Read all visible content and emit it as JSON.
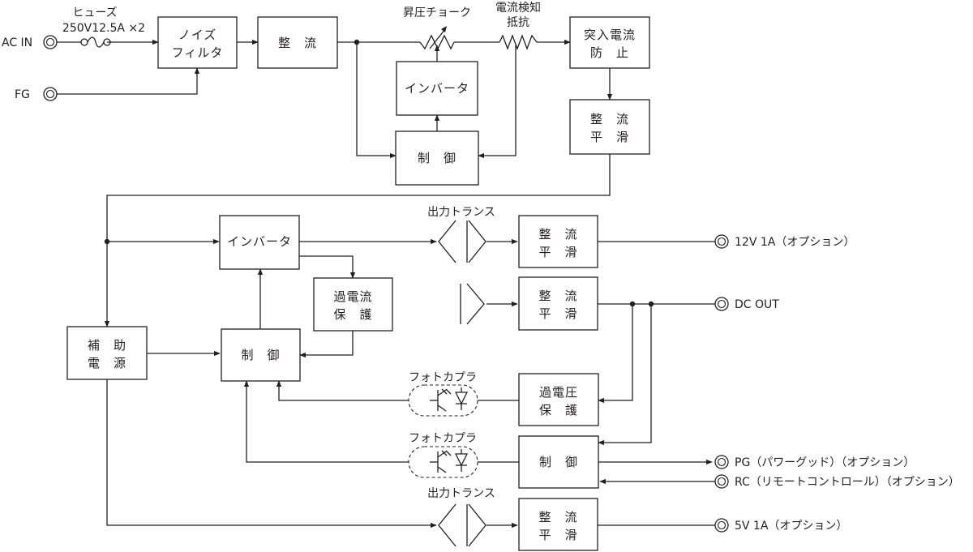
{
  "inputs": {
    "ac_in": "AC IN",
    "fg": "FG",
    "fuse_line1": "ヒューズ",
    "fuse_line2": "250V12.5A ×2"
  },
  "blocks": {
    "noise_filter": [
      "ノイズ",
      "フィルタ"
    ],
    "rectifier": [
      "整　流"
    ],
    "inverter_top": [
      "インバータ"
    ],
    "control_top": [
      "制　御"
    ],
    "inrush_prevention": [
      "突入電流",
      "防　止"
    ],
    "rect_smooth_top": [
      "整　流",
      "平　滑"
    ],
    "aux_power": [
      "補　助",
      "電　源"
    ],
    "inverter_main": [
      "インバータ"
    ],
    "overcurrent_protect": [
      "過電流",
      "保　護"
    ],
    "control_main": [
      "制　御"
    ],
    "rect_smooth_12v": [
      "整　流",
      "平　滑"
    ],
    "rect_smooth_dc": [
      "整　流",
      "平　滑"
    ],
    "overvoltage_protect": [
      "過電圧",
      "保　護"
    ],
    "control_out": [
      "制　御"
    ],
    "rect_smooth_5v": [
      "整　流",
      "平　滑"
    ]
  },
  "labels": {
    "boost_choke": "昇圧チョーク",
    "current_sense_line1": "電流検知",
    "current_sense_line2": "抵抗",
    "output_transformer_1": "出力トランス",
    "output_transformer_2": "出力トランス",
    "photocoupler_1": "フォトカプラ",
    "photocoupler_2": "フォトカプラ"
  },
  "outputs": {
    "out_12v": "12V 1A（オプション）",
    "dc_out": "DC OUT",
    "pg": "PG（パワーグッド）（オプション）",
    "rc": "RC（リモートコントロール）（オプション）",
    "out_5v": "5V 1A（オプション）"
  }
}
